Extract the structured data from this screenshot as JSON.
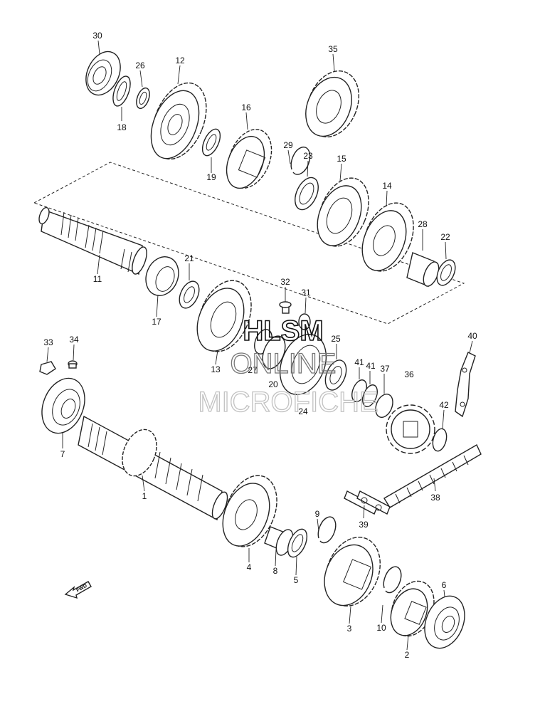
{
  "callouts": {
    "p30": "30",
    "p26": "26",
    "p12": "12",
    "p18": "18",
    "p35": "35",
    "p16": "16",
    "p19": "19",
    "p29": "29",
    "p23": "23",
    "p15": "15",
    "p14": "14",
    "p28": "28",
    "p22": "22",
    "p11": "11",
    "p21": "21",
    "p17": "17",
    "p32": "32",
    "p31": "31",
    "p13": "13",
    "p27": "27",
    "p20": "20",
    "p25": "25",
    "p24": "24",
    "p40": "40",
    "p41a": "41",
    "p41b": "41",
    "p37": "37",
    "p36": "36",
    "p42": "42",
    "p33": "33",
    "p34": "34",
    "p7": "7",
    "p1": "1",
    "p39": "39",
    "p38": "38",
    "p9": "9",
    "p4": "4",
    "p8": "8",
    "p5": "5",
    "p6": "6",
    "p3": "3",
    "p10": "10",
    "p2": "2"
  },
  "watermark": {
    "line1": "HLSM",
    "line2": "ONLINE",
    "line3": "MICROFICHE"
  },
  "direction_label": "FWD"
}
